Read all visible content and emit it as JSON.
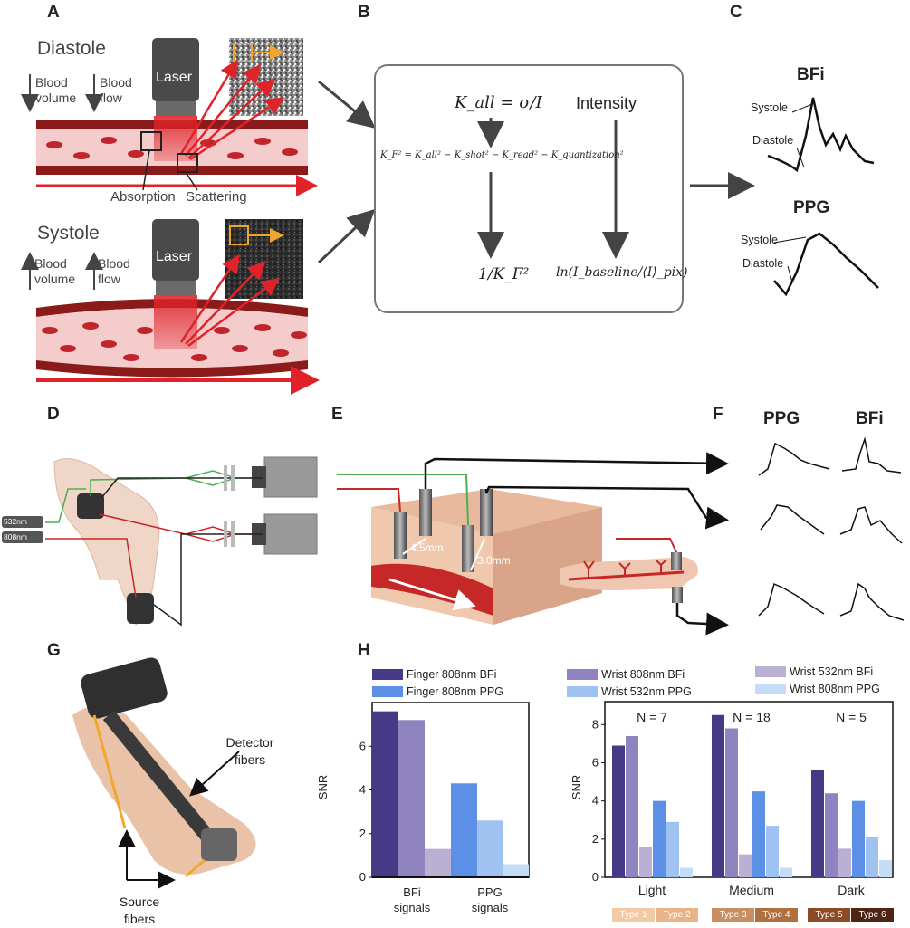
{
  "panels": {
    "A": "A",
    "B": "B",
    "C": "C",
    "D": "D",
    "E": "E",
    "F": "F",
    "G": "G",
    "H": "H"
  },
  "panelA": {
    "diastole": "Diastole",
    "systole": "Systole",
    "blood_volume": "Blood volume",
    "blood_flow": "Blood flow",
    "laser": "Laser",
    "absorption": "Absorption",
    "scattering": "Scattering"
  },
  "panelB": {
    "k_all": "K_all = σ/I",
    "k_f": "K_F² = K_all² − K_shot² − K_read² − K_quantization²",
    "intensity": "Intensity",
    "inv_kf": "1/K_F²",
    "ln_expr": "ln(I_baseline/⟨I⟩_pix)"
  },
  "panelC": {
    "bfi": "BFi",
    "ppg": "PPG",
    "systole": "Systole",
    "diastole": "Diastole"
  },
  "panelD": {
    "wl1": "532nm",
    "wl2": "808nm"
  },
  "panelE": {
    "d1": "4.5mm",
    "d2": "3.0mm"
  },
  "panelF": {
    "ppg": "PPG",
    "bfi": "BFi"
  },
  "panelG": {
    "detector": "Detector fibers",
    "source": "Source fibers"
  },
  "panelH": {
    "colors": {
      "finger_bfi": "#463a87",
      "wrist_bfi": "#8f84bf",
      "wrist532_bfi": "#b9b0d4",
      "finger_ppg": "#5c90e6",
      "wrist_ppg": "#9fc2f1",
      "wrist808_ppg": "#c5dcf7"
    },
    "legend": [
      "Finger 808nm BFi",
      "Finger 808nm PPG",
      "Wrist 808nm BFi",
      "Wrist 532nm PPG",
      "Wrist 532nm BFi",
      "Wrist 808nm PPG"
    ],
    "ylabel": "SNR",
    "skin_types": [
      "Type 1",
      "Type 2",
      "Type 3",
      "Type 4",
      "Type 5",
      "Type 6"
    ],
    "skin_colors": [
      "#f3c9a6",
      "#e8b48a",
      "#c98f62",
      "#b0703f",
      "#8a4b25",
      "#4e2512"
    ]
  },
  "chart_data": [
    {
      "type": "bar",
      "categories": [
        "BFi signals",
        "PPG signals"
      ],
      "ylabel": "SNR",
      "ylim": [
        0,
        8
      ],
      "yticks": [
        0,
        2,
        4,
        6
      ],
      "series": [
        {
          "name": "Finger 808nm BFi",
          "values": [
            7.6,
            null
          ]
        },
        {
          "name": "Wrist 808nm BFi",
          "values": [
            7.2,
            null
          ]
        },
        {
          "name": "Wrist 532nm BFi",
          "values": [
            1.3,
            null
          ]
        },
        {
          "name": "Finger 808nm PPG",
          "values": [
            null,
            4.3
          ]
        },
        {
          "name": "Wrist 532nm PPG",
          "values": [
            null,
            2.6
          ]
        },
        {
          "name": "Wrist 808nm PPG",
          "values": [
            null,
            0.6
          ]
        }
      ]
    },
    {
      "type": "bar",
      "categories": [
        "Light",
        "Medium",
        "Dark"
      ],
      "annotations": [
        "N = 7",
        "N = 18",
        "N = 5"
      ],
      "ylabel": "SNR",
      "ylim": [
        0,
        9.2
      ],
      "yticks": [
        0,
        2,
        4,
        6,
        8
      ],
      "series": [
        {
          "name": "Finger 808nm BFi",
          "values": [
            6.9,
            8.5,
            5.6
          ]
        },
        {
          "name": "Wrist 808nm BFi",
          "values": [
            7.4,
            7.8,
            4.4
          ]
        },
        {
          "name": "Wrist 532nm BFi",
          "values": [
            1.6,
            1.2,
            1.5
          ]
        },
        {
          "name": "Finger 808nm PPG",
          "values": [
            4.0,
            4.5,
            4.0
          ]
        },
        {
          "name": "Wrist 532nm PPG",
          "values": [
            2.9,
            2.7,
            2.1
          ]
        },
        {
          "name": "Wrist 808nm PPG",
          "values": [
            0.5,
            0.5,
            0.9
          ]
        }
      ]
    }
  ]
}
